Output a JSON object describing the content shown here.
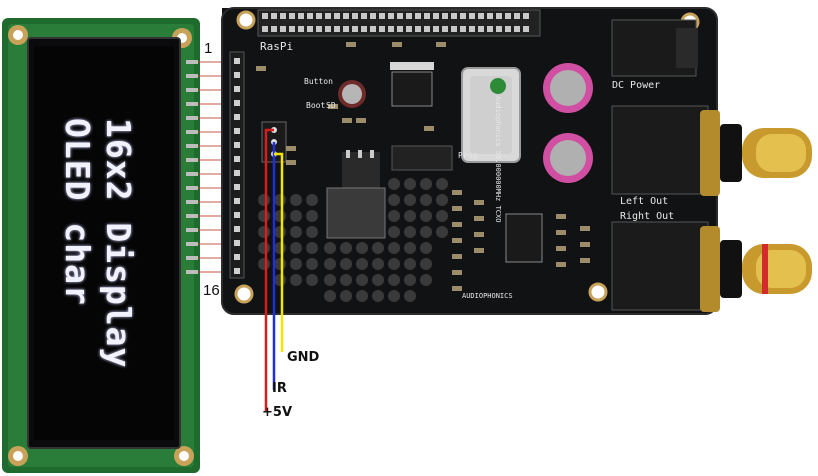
{
  "oled": {
    "lines": [
      "16x2 Display",
      "OLED char"
    ]
  },
  "pin_labels": {
    "first": "1",
    "last": "16"
  },
  "wire_labels": {
    "gnd": "GND",
    "ir": "IR",
    "v5": "+5V"
  },
  "wire_colors": {
    "gnd": "#f2e600",
    "ir": "#1f2fd6",
    "v5": "#d81b1b"
  },
  "board": {
    "silkscreen": {
      "raspi": "RasPi",
      "dc_power": "DC Power",
      "left_out": "Left Out",
      "right_out": "Right Out",
      "osc": "Audiophonics 50.000000MHz TCXO",
      "brand": "AUDIOPHONICS",
      "prog": "Prog",
      "button": "Button",
      "boot": "Boot",
      "sd": "SD"
    }
  }
}
